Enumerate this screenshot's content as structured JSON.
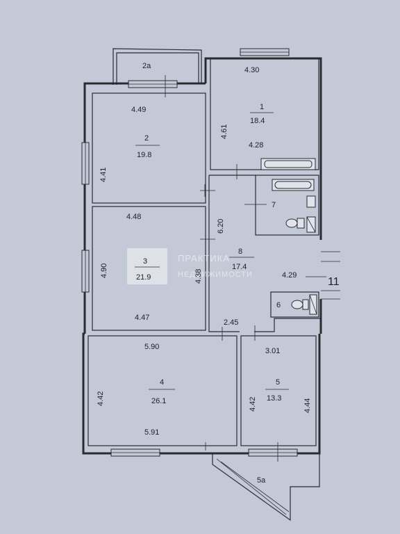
{
  "rooms": {
    "r2a": {
      "label": "2a"
    },
    "r1": {
      "label": "1",
      "area": "18.4",
      "dims": {
        "top": "4.30",
        "left": "4.61",
        "bottom": "4.28"
      }
    },
    "r2": {
      "label": "2",
      "area": "19.8",
      "dims": {
        "top": "4.49",
        "left": "4.41"
      }
    },
    "r7": {
      "label": "7"
    },
    "r3": {
      "label": "3",
      "area": "21.9",
      "dims": {
        "top": "4.48",
        "left": "4.90",
        "right": "4.38",
        "bottom": "4.47"
      }
    },
    "r8": {
      "label": "8",
      "area": "17.4",
      "dims": {
        "left": "6.20",
        "right": "4.29",
        "bottom": "2.45"
      }
    },
    "r6": {
      "label": "6"
    },
    "r4": {
      "label": "4",
      "area": "26.1",
      "dims": {
        "top": "5.90",
        "left": "4.42",
        "bottom": "5.91"
      }
    },
    "r5": {
      "label": "5",
      "area": "13.3",
      "dims": {
        "top": "3.01",
        "left": "4.42",
        "right": "4.44"
      }
    },
    "r5a": {
      "label": "5a"
    }
  },
  "stairwell": {
    "label": "11"
  },
  "watermark": {
    "line1": "ПРАКТИКА",
    "line2": "НЕДВИЖИМОСТИ"
  }
}
